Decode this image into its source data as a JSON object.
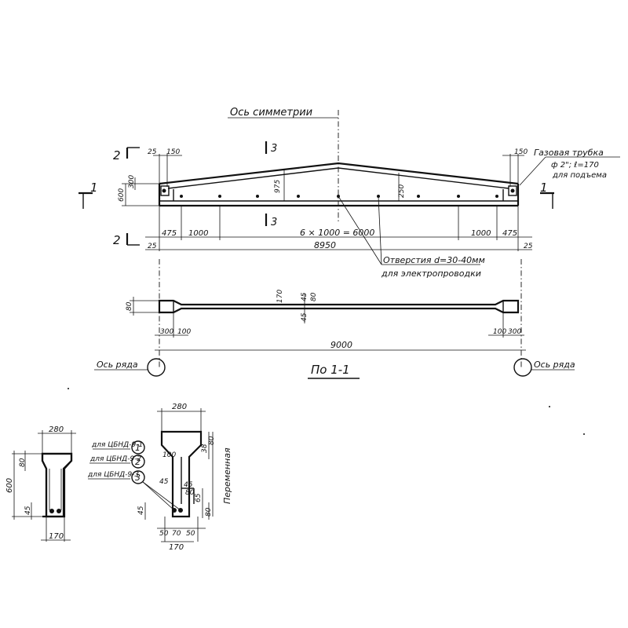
{
  "labels": {
    "symmetry_axis": "Ось симметрии",
    "gas_pipe_1": "Газовая трубка",
    "gas_pipe_2": "ф 2\"; ℓ=170",
    "gas_pipe_3": "для подъема",
    "holes_1": "Отверстия d=30-40мм",
    "holes_2": "для электропроводки",
    "row_axis_left": "Ось ряда",
    "row_axis_right": "Ось ряда",
    "section_title": "По 1-1",
    "variable": "Переменная",
    "var_1": "для ЦБНД-9-1",
    "var_2": "для ЦБНД-9-2",
    "var_3": "для ЦБНД-9-3"
  },
  "marks": {
    "sec2_top": "2",
    "sec2_bot": "2",
    "sec1_left": "1",
    "sec1_right": "1",
    "sec3_top": "3",
    "sec3_bot": "3",
    "circ1": "1",
    "circ2": "2",
    "circ3": "3"
  },
  "dims": {
    "d25_tl": "25",
    "d150_tl": "150",
    "d150_tr": "150",
    "d600_left": "600",
    "d300_left": "300",
    "d975": "975",
    "d250": "250",
    "d475_l": "475",
    "d1000_l": "1000",
    "d6x1000": "6 × 1000 = 6000",
    "d1000_r": "1000",
    "d475_r": "475",
    "d25_bl": "25",
    "d8950": "8950",
    "d25_br": "25",
    "d170_plan": "170",
    "d45_plan_a": "45",
    "d80_plan": "80",
    "d45_plan_b": "45",
    "d300_pl": "300",
    "d100_pl": "100",
    "d100_pr": "100",
    "d300_pr": "300",
    "d9000": "9000",
    "ls_280": "280",
    "ls_600": "600",
    "ls_80": "80",
    "ls_45": "45",
    "ls_170": "170",
    "rs_280": "280",
    "rs_100": "100",
    "rs_38": "38",
    "rs_80a": "80",
    "rs_45a": "45",
    "rs_45b": "45",
    "rs_80b": "80",
    "rs_65": "65",
    "rs_45c": "45",
    "rs_80c": "80",
    "rs_50a": "50",
    "rs_70": "70",
    "rs_50b": "50",
    "rs_170": "170"
  }
}
